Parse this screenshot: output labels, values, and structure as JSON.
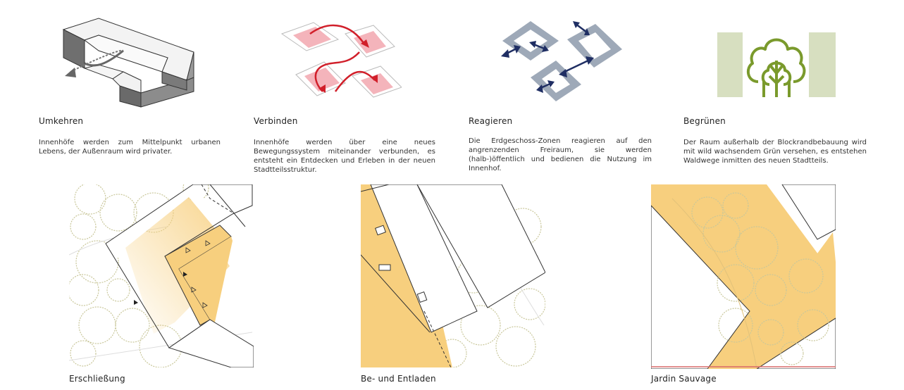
{
  "concepts": [
    {
      "title": "Umkehren",
      "text": "Innenhöfe werden zum Mittelpunkt urbanen Lebens, der Außenraum wird privater.",
      "icon": "reverse-courtyard-icon"
    },
    {
      "title": "Verbinden",
      "text": "Innenhöfe werden über eine neues Bewegungssystem miteinander verbunden, es entsteht ein Entdecken und Erleben in der neuen Stadtteilsstruktur.",
      "icon": "connect-courtyards-icon"
    },
    {
      "title": "Reagieren",
      "text": "Die Erdgeschoss-Zonen reagieren auf den angrenzenden Freiraum, sie werden (halb-)öffentlich und bedienen die Nutzung im Innenhof.",
      "icon": "react-zones-icon"
    },
    {
      "title": "Begrünen",
      "text": "Der Raum außerhalb der Blockrandbebauung wird mit wild wachsendem Grün versehen, es entstehen Waldwege inmitten des neuen Stadtteils.",
      "icon": "tree-icon"
    }
  ],
  "plans": [
    {
      "title": "Erschließung"
    },
    {
      "title": "Be- und Entladen"
    },
    {
      "title": "Jardin Sauvage"
    }
  ],
  "colors": {
    "accent_yellow": "#f7cf7e",
    "arrow_red": "#d11f2a",
    "pink_zone": "#f4b4bb",
    "zone_gray": "#9ea9b8",
    "arrow_navy": "#1f2e63",
    "tree_green": "#7a9a2c",
    "facade_green": "#d7dfc0",
    "tree_circle": "#c9c79a"
  }
}
